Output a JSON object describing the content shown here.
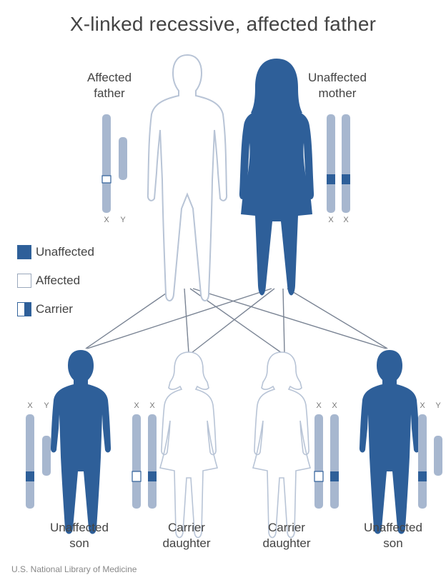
{
  "title": "X-linked recessive, affected father",
  "colors": {
    "unaffected": "#2e5f99",
    "affected_fill": "#ffffff",
    "outline": "#b8c4d6",
    "chromosome_light": "#a7b7cf",
    "chromosome_band": "#2e5f99",
    "lines": "#7a8494"
  },
  "parents": {
    "father_label": "Affected\nfather",
    "mother_label": "Unaffected\nmother",
    "father_chromosomes": [
      "X",
      "Y"
    ],
    "mother_chromosomes": [
      "X",
      "X"
    ]
  },
  "legend": [
    {
      "label": "Unaffected",
      "style": "filled"
    },
    {
      "label": "Affected",
      "style": "empty"
    },
    {
      "label": "Carrier",
      "style": "half"
    }
  ],
  "children": [
    {
      "label": "Unaffected\nson",
      "chromosomes": [
        "X",
        "Y"
      ]
    },
    {
      "label": "Carrier\ndaughter",
      "chromosomes": [
        "X",
        "X"
      ]
    },
    {
      "label": "Carrier\ndaughter",
      "chromosomes": [
        "X",
        "X"
      ]
    },
    {
      "label": "Unaffected\nson",
      "chromosomes": [
        "X",
        "Y"
      ]
    }
  ],
  "source": "U.S. National Library of Medicine"
}
